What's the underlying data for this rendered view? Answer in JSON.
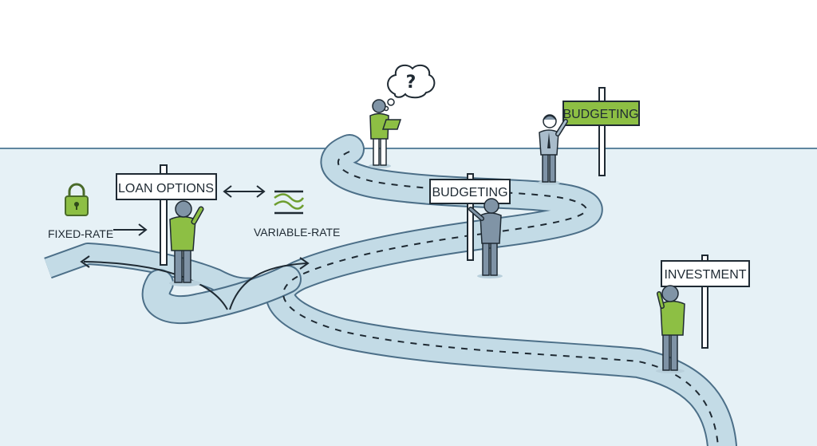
{
  "signs": {
    "loan_options": "LOAN OPTIONS",
    "budgeting_top": "BUDGETING",
    "budgeting_mid": "BUDGETING",
    "investment": "INVESTMENT"
  },
  "labels": {
    "fixed_rate": "FIXED-RATE",
    "variable_rate": "VARIABLE-RATE",
    "question": "?"
  },
  "icons": [
    "lock-icon",
    "wave-icon",
    "question-bubble-icon",
    "laptop-icon",
    "double-arrow-icon"
  ],
  "colors": {
    "sky": "#ffffff",
    "ground": "#e6f1f6",
    "road": "#c3dbe6",
    "road_edge": "#4c6f88",
    "accent_green": "#8dbf44",
    "ink": "#1f2a33",
    "shirt_blue": "#8094a6",
    "pants_gray": "#7f93a6"
  }
}
